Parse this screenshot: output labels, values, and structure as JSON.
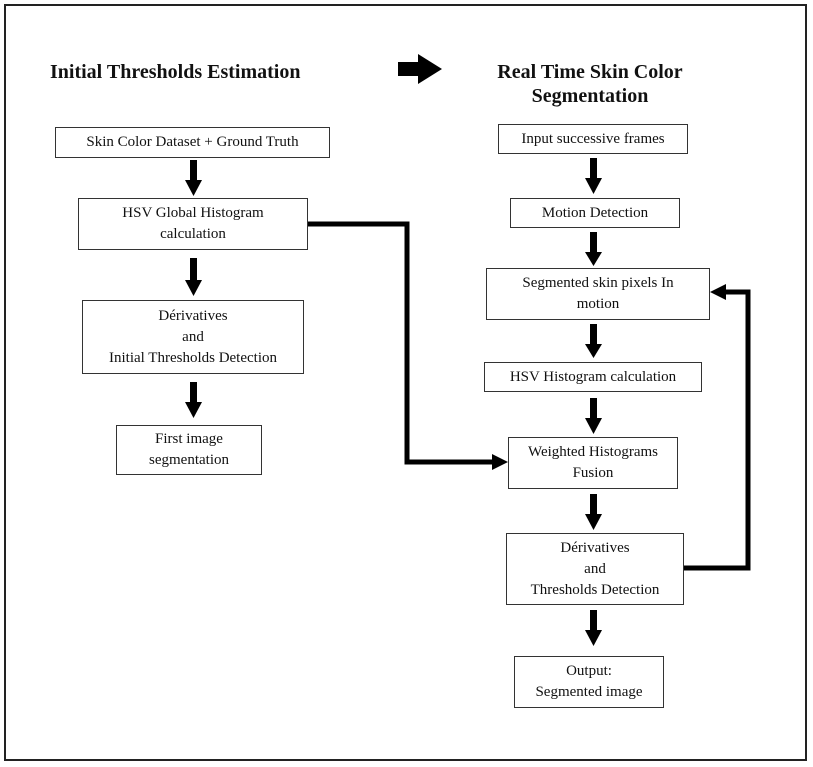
{
  "titles": {
    "left": "Initial Thresholds Estimation",
    "right_line1": "Real Time Skin Color",
    "right_line2": "Segmentation"
  },
  "left_flow": {
    "dataset": "Skin Color Dataset + Ground Truth",
    "hsv_global_line1": "HSV Global Histogram",
    "hsv_global_line2": "calculation",
    "derivatives_line1": "Dérivatives",
    "derivatives_line2": "and",
    "derivatives_line3": "Initial Thresholds Detection",
    "first_seg_line1": "First image",
    "first_seg_line2": "segmentation"
  },
  "right_flow": {
    "input": "Input successive frames",
    "motion": "Motion Detection",
    "skin_line1": "Segmented skin pixels In",
    "skin_line2": "motion",
    "hsv_hist": "HSV Histogram calculation",
    "fusion_line1": "Weighted Histograms",
    "fusion_line2": "Fusion",
    "derivatives_line1": "Dérivatives",
    "derivatives_line2": "and",
    "derivatives_line3": "Thresholds Detection",
    "output_line1": "Output:",
    "output_line2": "Segmented image"
  }
}
